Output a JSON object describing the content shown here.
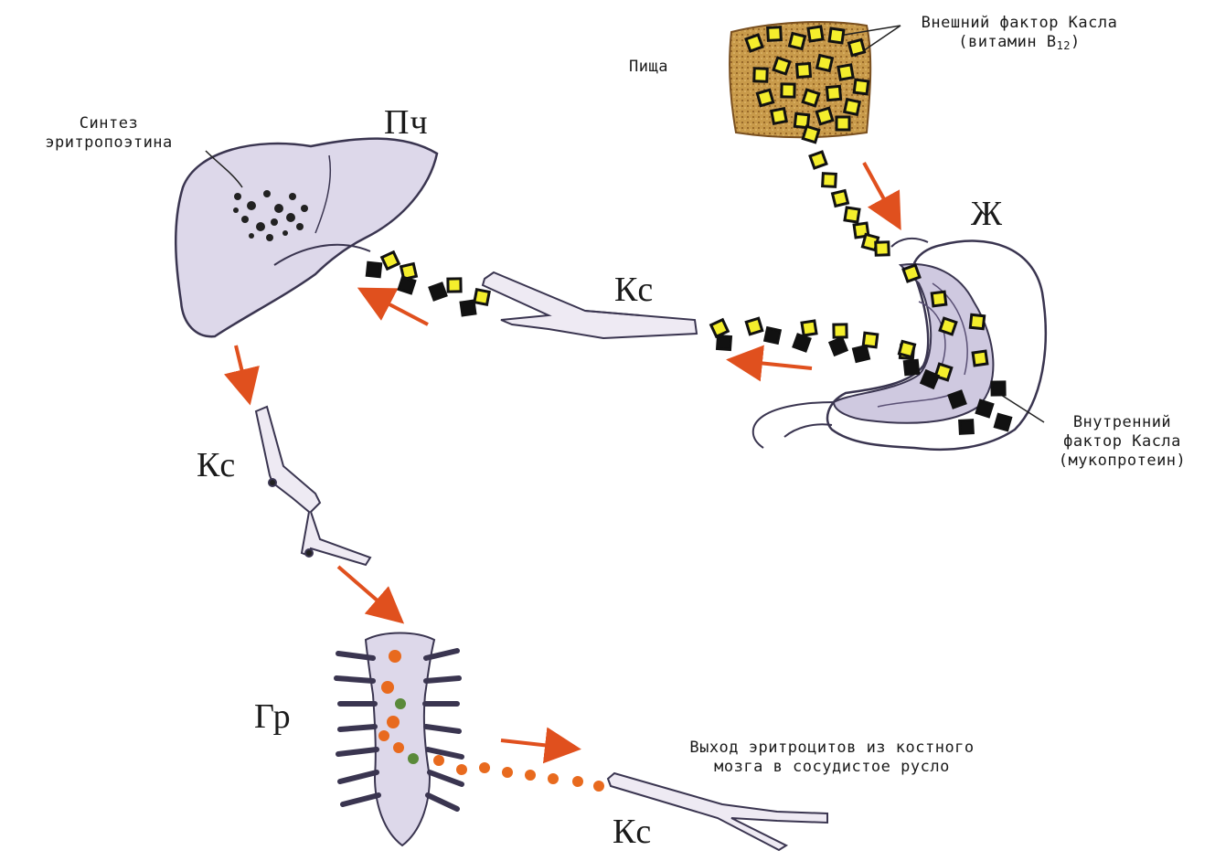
{
  "labels": {
    "liver": "Пч",
    "stomach": "Ж",
    "vessel_top": "Кс",
    "vessel_left": "Кс",
    "vessel_bottom": "Кс",
    "bone": "Гр",
    "food": "Пища",
    "synthesis_line1": "Синтез",
    "synthesis_line2": "эритропоэтина",
    "extrinsic_line1": "Внешний фактор Касла",
    "extrinsic_line2_pre": "(витамин B",
    "extrinsic_line2_sub": "12",
    "extrinsic_line2_post": ")",
    "intrinsic_line1": "Внутренний",
    "intrinsic_line2": "фактор Касла",
    "intrinsic_line3": "(мукопротеин)",
    "exit_line1": "Выход эритроцитов из костного",
    "exit_line2": "мозга в сосудистое русло"
  },
  "colors": {
    "arrow": "#e0501e",
    "b12_fill": "#f4ee2c",
    "intrinsic_fill": "#111111",
    "organ_fill": "#ddd8ea",
    "organ_stroke": "#3a3550",
    "food_fill": "#c89a4a",
    "erythrocyte": "#e86a1e"
  }
}
